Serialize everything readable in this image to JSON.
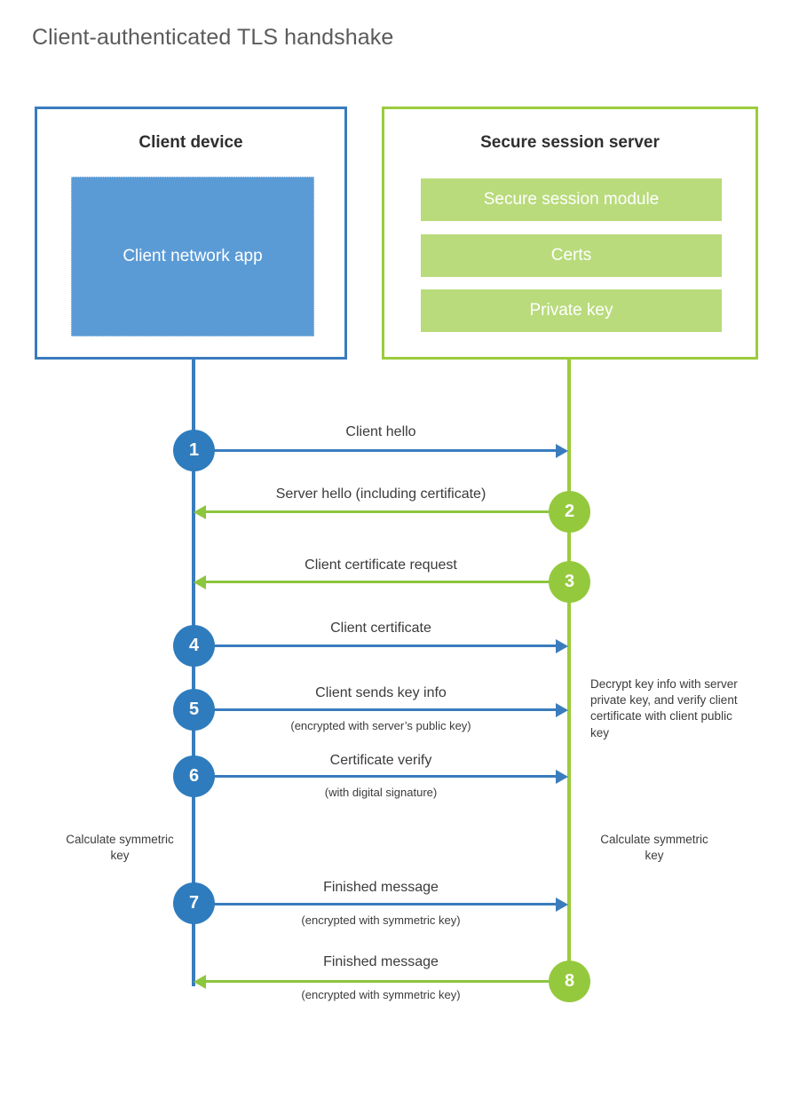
{
  "title": "Client-authenticated TLS handshake",
  "colors": {
    "client_blue": "#3a7cbe",
    "client_app_fill": "#5b9bd5",
    "server_green": "#9ccb3b",
    "server_module_fill": "#b9db7c",
    "step_blue": "#2e7cbd",
    "step_green": "#95c93d",
    "arrow_green": "#8cc63f",
    "title_text": "#5b5b5b",
    "body_text": "#3b3b3b",
    "background": "#ffffff"
  },
  "client": {
    "title": "Client device",
    "app_label": "Client network app"
  },
  "server": {
    "title": "Secure session server",
    "modules": [
      {
        "label": "Secure session module"
      },
      {
        "label": "Certs"
      },
      {
        "label": "Private key"
      }
    ]
  },
  "steps": [
    {
      "number": "1",
      "label": "Client hello",
      "sub": "",
      "direction": "client-to-server",
      "color": "blue"
    },
    {
      "number": "2",
      "label": "Server hello (including certificate)",
      "sub": "",
      "direction": "server-to-client",
      "color": "green"
    },
    {
      "number": "3",
      "label": "Client certificate request",
      "sub": "",
      "direction": "server-to-client",
      "color": "green"
    },
    {
      "number": "4",
      "label": "Client certificate",
      "sub": "",
      "direction": "client-to-server",
      "color": "blue"
    },
    {
      "number": "5",
      "label": "Client sends key info",
      "sub": "(encrypted with server’s public key)",
      "direction": "client-to-server",
      "color": "blue"
    },
    {
      "number": "6",
      "label": "Certificate verify",
      "sub": "(with digital signature)",
      "direction": "client-to-server",
      "color": "blue"
    },
    {
      "number": "7",
      "label": "Finished message",
      "sub": "(encrypted with symmetric key)",
      "direction": "client-to-server",
      "color": "blue"
    },
    {
      "number": "8",
      "label": "Finished message",
      "sub": "(encrypted with symmetric key)",
      "direction": "server-to-client",
      "color": "green"
    }
  ],
  "notes": {
    "server_decrypt": "Decrypt key info with server private key, and verify client certificate with client public key",
    "client_calculate": "Calculate symmetric key",
    "server_calculate": "Calculate symmetric key"
  }
}
